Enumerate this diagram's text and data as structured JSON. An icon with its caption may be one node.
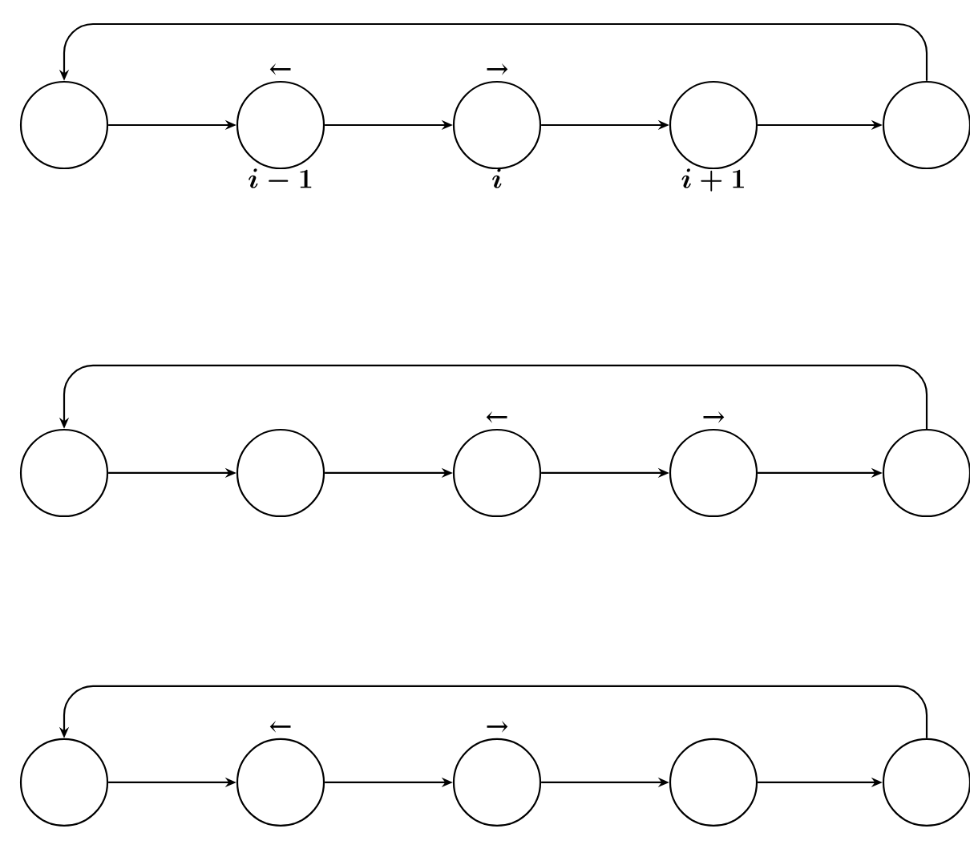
{
  "diagram": {
    "nodes": [
      {
        "text": [],
        "shape": "circle"
      },
      {
        "text": [],
        "shape": "circle",
        "beside": [
          "←",
          "i-1"
        ]
      },
      {
        "text": [],
        "shape": "circle",
        "beside": [
          "→",
          "i"
        ]
      },
      {
        "text": [],
        "shape": "circle",
        "beside": [
          "i+1"
        ]
      },
      {
        "text": [],
        "shape": "circle"
      },
      {
        "text": [],
        "shape": "circle"
      },
      {
        "text": [],
        "shape": "circle"
      },
      {
        "text": [],
        "shape": "circle",
        "beside": [
          "←"
        ]
      },
      {
        "text": [],
        "shape": "circle",
        "beside": [
          "→"
        ]
      },
      {
        "text": [],
        "shape": "circle"
      },
      {
        "text": [],
        "shape": "circle"
      },
      {
        "text": [],
        "shape": "circle",
        "beside": [
          "←"
        ]
      },
      {
        "text": [],
        "shape": "circle",
        "beside": [
          "→"
        ]
      },
      {
        "text": [],
        "shape": "circle"
      },
      {
        "text": [],
        "shape": "circle"
      }
    ],
    "edges": [
      {
        "from": 0,
        "to": 1,
        "arrow": "to"
      },
      {
        "from": 1,
        "to": 2,
        "arrow": "to"
      },
      {
        "from": 2,
        "to": 3,
        "arrow": "to"
      },
      {
        "from": 3,
        "to": 4,
        "arrow": "to"
      },
      {
        "from": 4,
        "to": 0,
        "arrow": "to"
      },
      {
        "from": 5,
        "to": 6,
        "arrow": "to"
      },
      {
        "from": 6,
        "to": 7,
        "arrow": "to"
      },
      {
        "from": 7,
        "to": 8,
        "arrow": "to"
      },
      {
        "from": 8,
        "to": 9,
        "arrow": "to"
      },
      {
        "from": 9,
        "to": 5,
        "arrow": "to"
      },
      {
        "from": 10,
        "to": 11,
        "arrow": "to"
      },
      {
        "from": 11,
        "to": 12,
        "arrow": "to"
      },
      {
        "from": 12,
        "to": 13,
        "arrow": "to"
      },
      {
        "from": 13,
        "to": 14,
        "arrow": "to"
      },
      {
        "from": 14,
        "to": 10,
        "arrow": "to"
      }
    ]
  }
}
